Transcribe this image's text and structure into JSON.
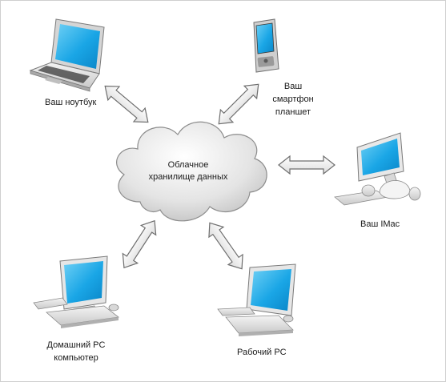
{
  "cloud": {
    "line1": "Облачное",
    "line2": "хранилище данных"
  },
  "devices": {
    "laptop": {
      "label": "Ваш ноутбук",
      "icon": "laptop-icon"
    },
    "smartphone": {
      "line1": "Ваш",
      "line2": "смартфон",
      "line3": "планшет",
      "icon": "smartphone-icon"
    },
    "imac": {
      "label": "Ваш IMac",
      "icon": "imac-icon"
    },
    "home_pc": {
      "line1": "Домашний PC",
      "line2": "компьютер",
      "icon": "desktop-computer-icon"
    },
    "work_pc": {
      "label": "Рабочий PC",
      "icon": "desktop-computer-icon"
    }
  },
  "colors": {
    "screen_blue": "#1aa6e6",
    "arrow_fill": "#f2f2f2",
    "arrow_stroke": "#6e6e6e",
    "cloud_fill": "#e6e6e6"
  }
}
